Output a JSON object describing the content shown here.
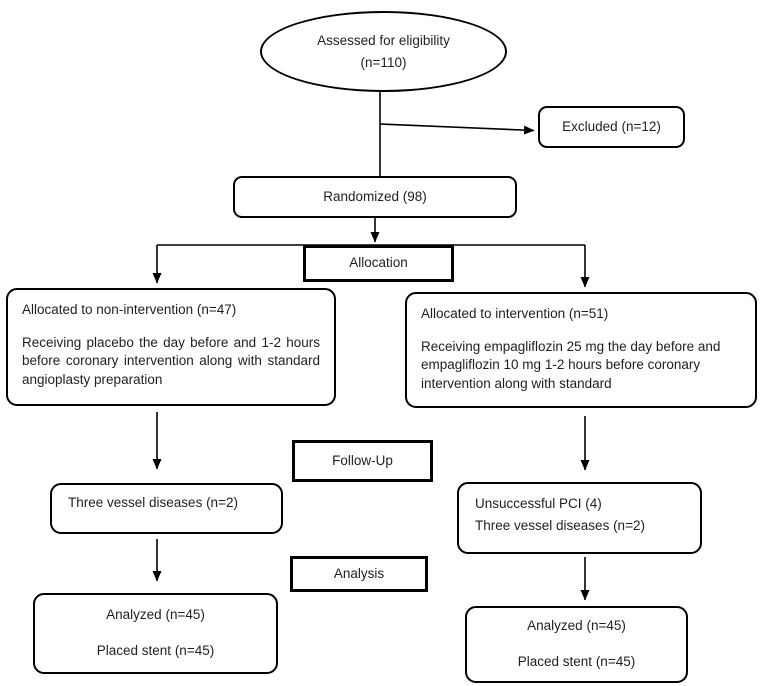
{
  "colors": {
    "background": "#ffffff",
    "line": "#000000",
    "text": "#1f1f1f"
  },
  "flowchart": {
    "eligibility": {
      "line1": "Assessed for eligibility",
      "line2": "(n=110)"
    },
    "excluded": {
      "label": "Excluded (n=12)"
    },
    "randomized": {
      "label": "Randomized (98)"
    },
    "allocation_band": {
      "label": "Allocation"
    },
    "allocated_control": {
      "title": "Allocated to non-intervention (n=47)",
      "body": "Receiving placebo the day before and 1-2 hours before coronary intervention along with standard angioplasty preparation"
    },
    "allocated_intervention": {
      "title": "Allocated to intervention (n=51)",
      "body": "Receiving empagliflozin 25 mg the day before and empagliflozin 10 mg 1-2 hours before coronary intervention along with standard"
    },
    "followup_band": {
      "label": "Follow-Up"
    },
    "followup_control": {
      "line1": "Three vessel diseases (n=2)"
    },
    "followup_intervention": {
      "line1": "Unsuccessful PCI (4)",
      "line2": "Three vessel diseases (n=2)"
    },
    "analysis_band": {
      "label": "Analysis"
    },
    "analysis_control": {
      "line1": "Analyzed (n=45)",
      "line2": "Placed stent (n=45)"
    },
    "analysis_intervention": {
      "line1": "Analyzed (n=45)",
      "line2": "Placed stent (n=45)"
    }
  }
}
